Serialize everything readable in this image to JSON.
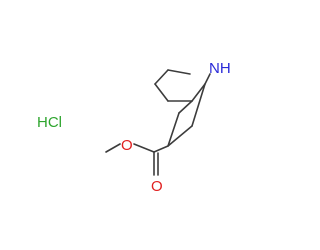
{
  "molecule": {
    "salt_label": "HCl",
    "amine_label": "NH",
    "oxygen_label": "O",
    "colors": {
      "bond": "#3c3c3c",
      "nitrogen": "#2a2ad8",
      "oxygen": "#e02020",
      "chlorine": "#2ea52e"
    }
  }
}
